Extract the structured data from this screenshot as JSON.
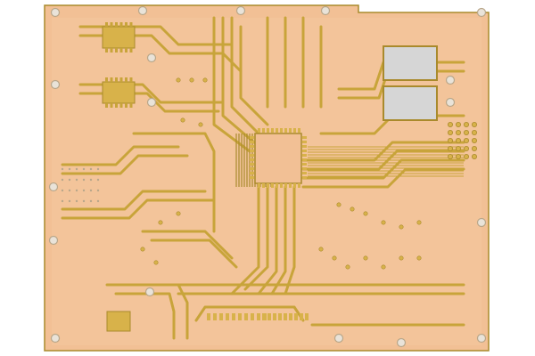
{
  "image": {
    "subject": "pcb-board",
    "colors": {
      "background": "#ffffff",
      "frame_border": "#cfcfcf",
      "copper": "#f2c095",
      "copper_light": "#f6caa3",
      "trace": "#c8a43a",
      "trace_dark": "#a98a2c",
      "pad": "#d8b24a",
      "hole": "#e9e3d9",
      "hole_ring": "#b9a78a",
      "window": "#d6d6d6"
    },
    "features": {
      "ic_chips": 3,
      "inspection_windows": 2,
      "mounting_holes": true
    }
  }
}
